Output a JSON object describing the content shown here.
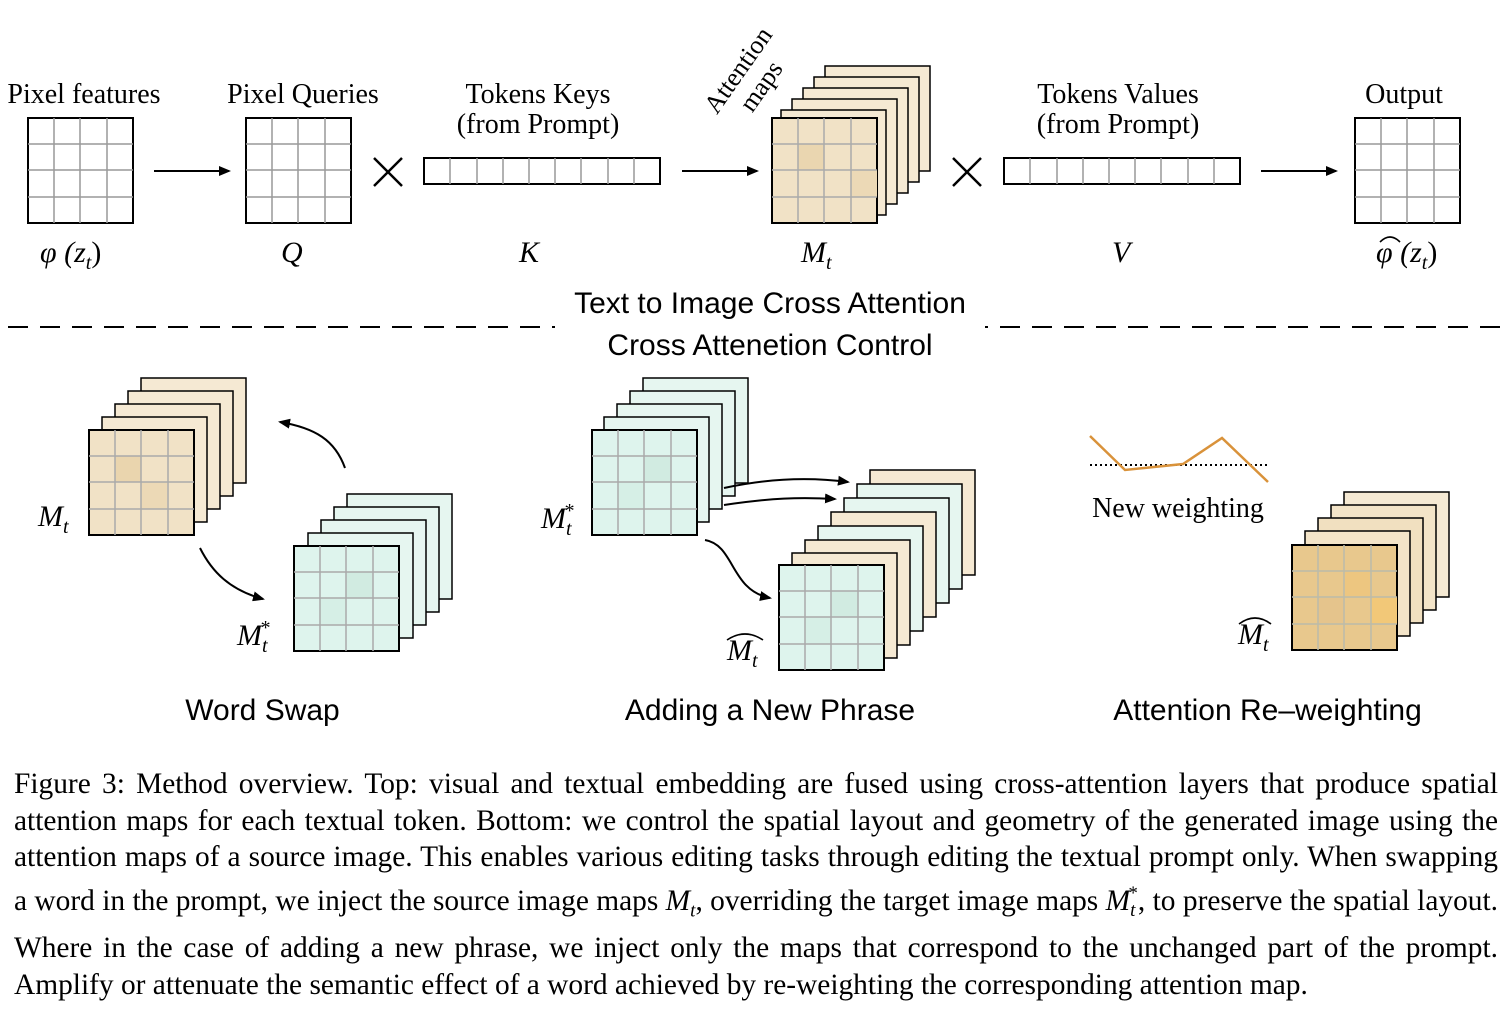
{
  "top": {
    "labels": {
      "pixel_features": "Pixel features",
      "pixel_queries": "Pixel Queries",
      "tokens_keys_1": "Tokens Keys",
      "tokens_keys_2": "(from Prompt)",
      "attention_maps_1": "Attention",
      "attention_maps_2": "maps",
      "tokens_values_1": "Tokens Values",
      "tokens_values_2": "(from Prompt)",
      "output": "Output"
    },
    "symbols": {
      "phi": "φ (z",
      "phi_sub": "t",
      "phi_close": ")",
      "q": "Q",
      "k": "K",
      "m": "M",
      "m_sub": "t",
      "v": "V",
      "phi_hat": "φ (z",
      "phi_hat_sub": "t",
      "phi_hat_close": ")",
      "times": "X"
    },
    "section_title": "Text to Image Cross Attention"
  },
  "bottom": {
    "section_title": "Cross Attenetion Control",
    "word_swap": {
      "title": "Word Swap",
      "m": "M",
      "m_sub": "t",
      "m_star": "M",
      "m_star_sub": "t",
      "m_star_sup": "*"
    },
    "new_phrase": {
      "title": "Adding a New Phrase",
      "m_star": "M",
      "m_star_sub": "t",
      "m_star_sup": "*",
      "m_hat": "M",
      "m_hat_sub": "t"
    },
    "reweighting": {
      "title": "Attention Re–weighting",
      "new_weighting": "New weighting",
      "m_hat": "M",
      "m_hat_sub": "t"
    }
  },
  "caption": {
    "parts": [
      "Figure 3: Method overview. Top: visual and textual embedding are fused using cross-attention layers that produce spatial attention maps for each textual token. Bottom: we control the spatial layout and geometry of the generated image using the attention maps of a source image. This enables various editing tasks through editing the textual prompt only. When swapping a word in the prompt, we inject the source image maps ",
      "M",
      "t",
      ", overriding the target image maps ",
      "M",
      "t",
      "*",
      ", to preserve the spatial layout. Where in the case of adding a new phrase, we inject only the maps that correspond to the unchanged part of the prompt. Amplify or attenuate the semantic effect of a word achieved by re-weighting the corresponding attention map."
    ]
  },
  "colors": {
    "tan": "#f2e3c8",
    "tan_dark": "#e8cc98",
    "mint": "#ddf3ec",
    "mint_dark": "#cfe9df",
    "grid": "#9a9a9a",
    "orange_line": "#d9923a"
  }
}
